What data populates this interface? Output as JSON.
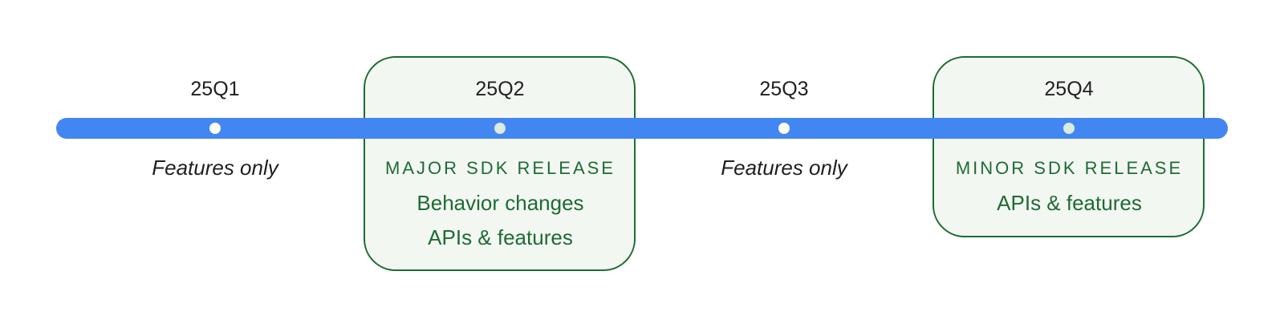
{
  "colors": {
    "timeline": "#4286f2",
    "box_border": "#1e6b33",
    "box_fill": "#f3f7f2",
    "release_text": "#1e6b33",
    "text": "#1f1f1f"
  },
  "quarters": [
    {
      "label": "25Q1",
      "note": "Features only"
    },
    {
      "label": "25Q2",
      "release": "MAJOR SDK RELEASE",
      "details": [
        "Behavior changes",
        "APIs & features"
      ]
    },
    {
      "label": "25Q3",
      "note": "Features only"
    },
    {
      "label": "25Q4",
      "release": "MINOR SDK RELEASE",
      "details": [
        "APIs & features"
      ]
    }
  ]
}
